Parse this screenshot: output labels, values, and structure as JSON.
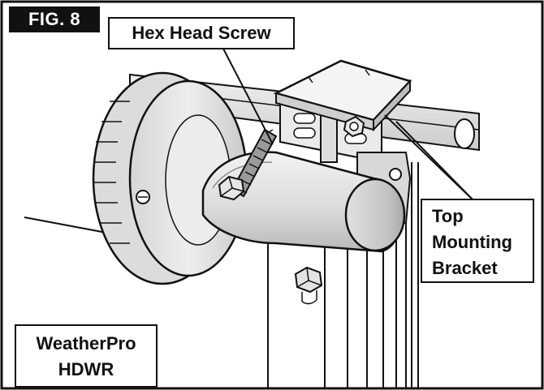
{
  "figure": {
    "tag": "FIG. 8"
  },
  "callouts": {
    "hex_head_screw": "Hex Head Screw",
    "top_mounting_bracket": [
      "Top",
      "Mounting",
      "Bracket"
    ]
  },
  "model": {
    "line1": "WeatherPro",
    "line2": "HDWR"
  },
  "colors": {
    "ink": "#111111",
    "paper": "#ffffff",
    "shade_light": "#e4e4e4",
    "shade_mid": "#cfcfcf",
    "shade_dark": "#b5b5b5"
  }
}
